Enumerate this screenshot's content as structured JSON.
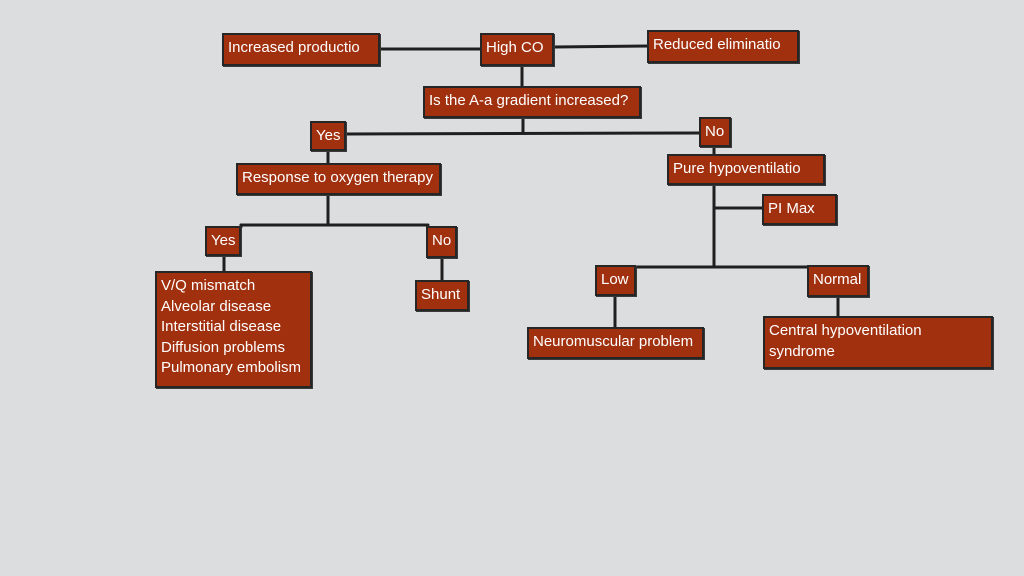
{
  "nodes": {
    "increased_production": "Increased productio",
    "high_co2": "High CO",
    "reduced_elimination": "Reduced eliminatio",
    "aa_gradient_question": "Is the A-a gradient increased?",
    "yes_aa": "Yes",
    "no_aa": "No",
    "response_oxygen": "Response to oxygen therapy",
    "pure_hypoventilation": "Pure hypoventilatio",
    "pi_max": "PI Max",
    "yes_oxygen": "Yes",
    "no_oxygen": "No",
    "vq_causes": [
      "V/Q mismatch",
      "Alveolar disease",
      "Interstitial disease",
      "Diffusion problems",
      "Pulmonary embolism"
    ],
    "shunt": "Shunt",
    "low": "Low",
    "normal": "Normal",
    "neuromuscular_problem": "Neuromuscular problem",
    "central_hypoventilation": [
      "Central hypoventilation",
      "syndrome"
    ]
  },
  "colors": {
    "box_fill": "#a1300f",
    "connector": "#1f1f1f",
    "background": "#dcdddf"
  }
}
